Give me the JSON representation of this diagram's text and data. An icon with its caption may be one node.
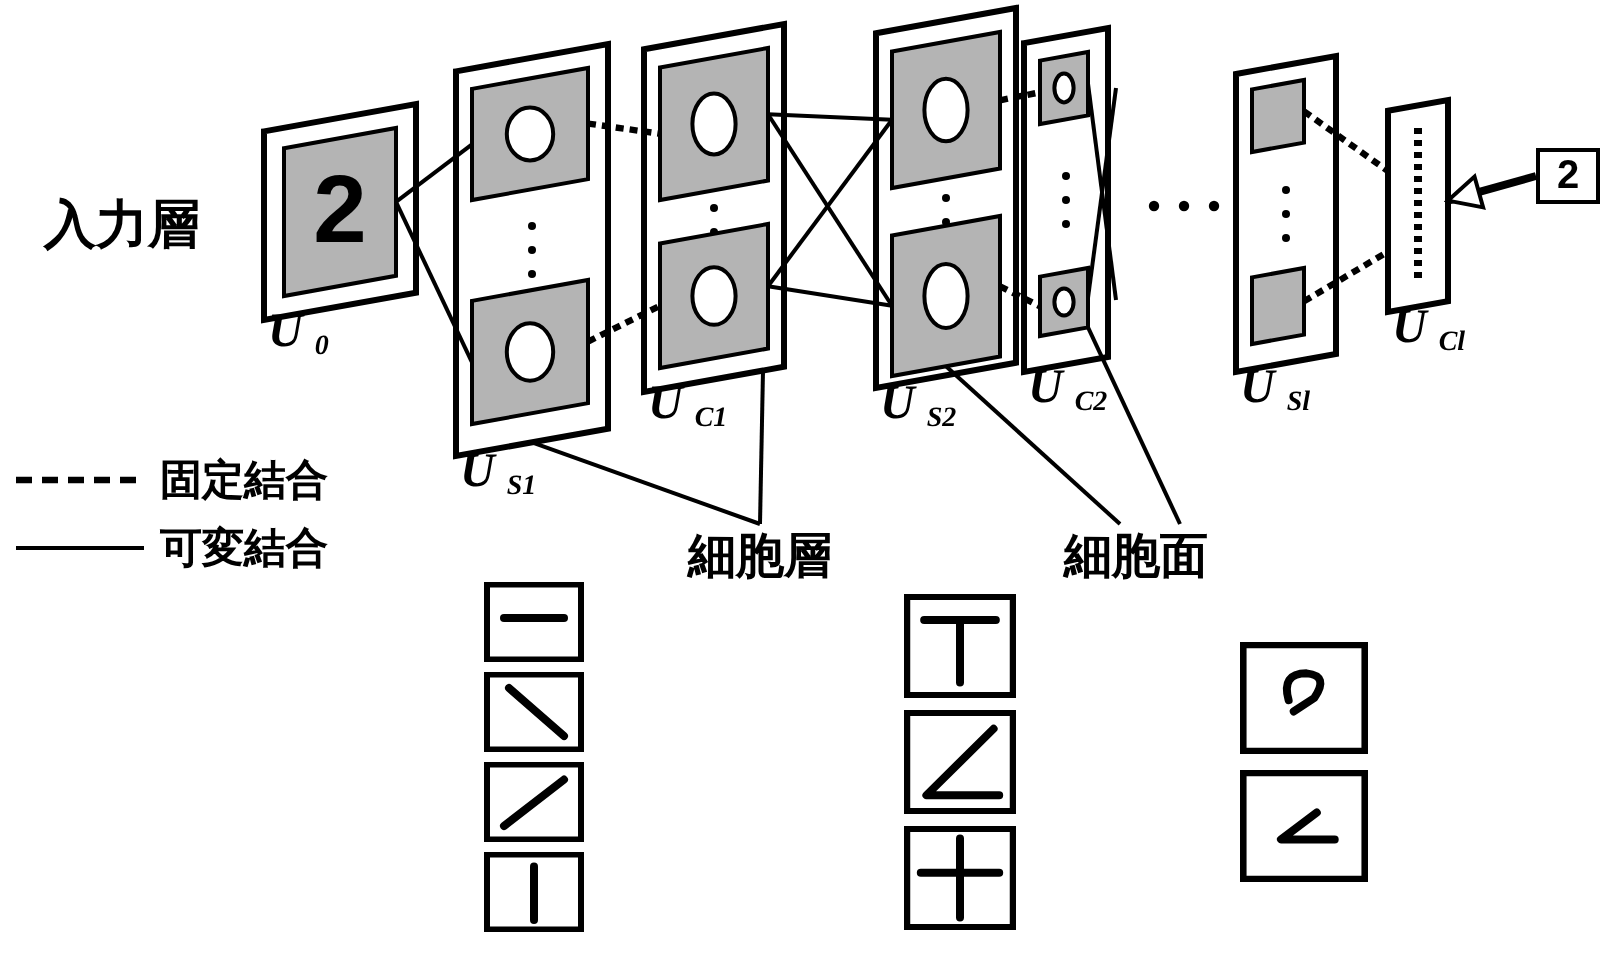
{
  "diagram": {
    "nodes": [
      {
        "text": [
          "U$_{0}$"
        ],
        "beside": [
          "入力層"
        ]
      },
      {
        "text": [
          "2"
        ],
        "in": 0
      },
      {
        "text": [
          "U$_{S1}$"
        ]
      },
      {
        "text": [],
        "shape": "box",
        "in": 2
      },
      {
        "text": [],
        "shape": "box",
        "in": 2
      },
      {
        "text": [
          "U$_{C1}$"
        ]
      },
      {
        "text": [],
        "shape": "box",
        "in": 5
      },
      {
        "text": [],
        "shape": "box",
        "in": 5
      },
      {
        "text": [
          "U$_{S2}$"
        ]
      },
      {
        "text": [],
        "shape": "box",
        "in": 8
      },
      {
        "text": [],
        "shape": "box",
        "in": 8
      },
      {
        "text": [
          "U$_{C2}$"
        ]
      },
      {
        "text": [],
        "shape": "box",
        "in": 11
      },
      {
        "text": [],
        "shape": "box",
        "in": 11
      },
      {
        "text": [
          "U$_{Sl}$"
        ]
      },
      {
        "text": [],
        "shape": "box",
        "in": 14
      },
      {
        "text": [],
        "shape": "box",
        "in": 14
      },
      {
        "text": [
          "U$_{Cl}$"
        ]
      },
      {
        "text": [
          "2"
        ]
      },
      {
        "text": [
          "細胞層"
        ]
      },
      {
        "text": [
          "細胞面"
        ]
      }
    ],
    "edges": [
      {
        "from": 1,
        "to": 3,
        "arrow": "none"
      },
      {
        "from": 1,
        "to": 4,
        "arrow": "none"
      },
      {
        "from": 3,
        "to": 6,
        "arrow": "none",
        "style": "dashed"
      },
      {
        "from": 4,
        "to": 7,
        "arrow": "none",
        "style": "dashed"
      },
      {
        "from": 6,
        "to": 9,
        "arrow": "none"
      },
      {
        "from": 6,
        "to": 10,
        "arrow": "none"
      },
      {
        "from": 7,
        "to": 9,
        "arrow": "none"
      },
      {
        "from": 7,
        "to": 10,
        "arrow": "none"
      },
      {
        "from": 9,
        "to": 12,
        "arrow": "none",
        "style": "dashed"
      },
      {
        "from": 10,
        "to": 13,
        "arrow": "none",
        "style": "dashed"
      },
      {
        "from": 12,
        "to": null,
        "arrow": "none"
      },
      {
        "from": 13,
        "to": null,
        "arrow": "none"
      },
      {
        "from": 15,
        "to": 17,
        "arrow": "none",
        "style": "dashed"
      },
      {
        "from": 16,
        "to": 17,
        "arrow": "none",
        "style": "dashed"
      },
      {
        "from": 18,
        "to": 17,
        "arrow": "to",
        "style": "thick"
      },
      {
        "from": 19,
        "to": 2,
        "arrow": "none"
      },
      {
        "from": 19,
        "to": 5,
        "arrow": "none"
      },
      {
        "from": 20,
        "to": 10,
        "arrow": "none"
      },
      {
        "from": 20,
        "to": 13,
        "arrow": "none"
      }
    ],
    "legend": [
      {
        "text": "固定結合"
      },
      {
        "text": "可変結合"
      }
    ]
  }
}
